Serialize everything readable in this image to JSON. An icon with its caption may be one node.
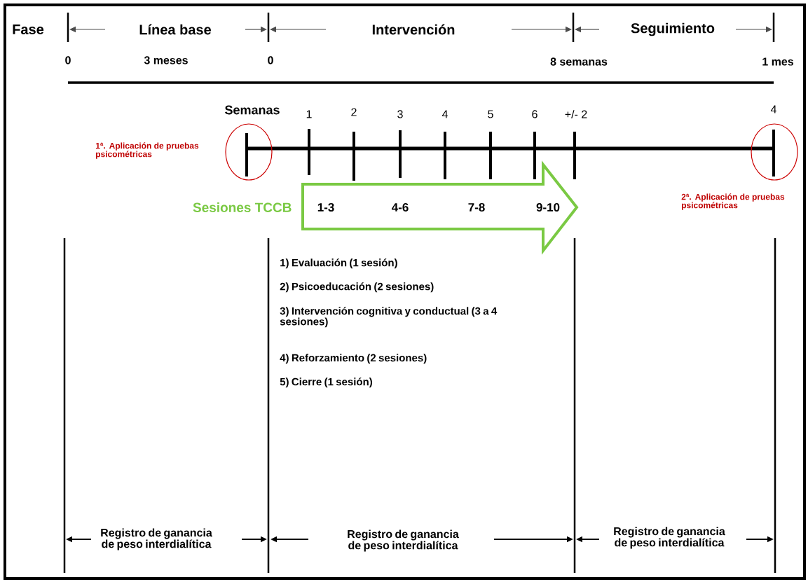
{
  "diagram": {
    "nodes": [
      {
        "text": [],
        "shape": "circle",
        "beside": [
          "1ª. Aplicación de pruebas psicométricas"
        ]
      },
      {
        "text": [
          "1-3",
          "4-6",
          "7-8",
          "9-10"
        ],
        "beside": [
          "Sesiones TCCB"
        ]
      },
      {
        "text": [],
        "shape": "circle",
        "beside": [
          "2ª. Aplicación de pruebas psicométricas"
        ]
      }
    ],
    "labels": [
      "Fase",
      "Línea base",
      "Intervención",
      "Seguimiento",
      "0",
      "3 meses",
      "0",
      "8 semanas",
      "1 mes",
      "Semanas",
      "1",
      "2",
      "3",
      "4",
      "5",
      "6",
      "+/- 2",
      "4",
      "1) Evaluación (1 sesión)",
      "2) Psicoeducación (2 sesiones)",
      "3) Intervención cognitiva y conductual (3 a 4 sesiones)",
      "4) Reforzamiento (2 sesiones)",
      "5) Cierre (1 sesión)",
      "Registro de ganancia de peso interdialítica",
      "Registro de ganancia de peso interdialítica",
      "Registro de ganancia de peso interdialítica"
    ]
  }
}
